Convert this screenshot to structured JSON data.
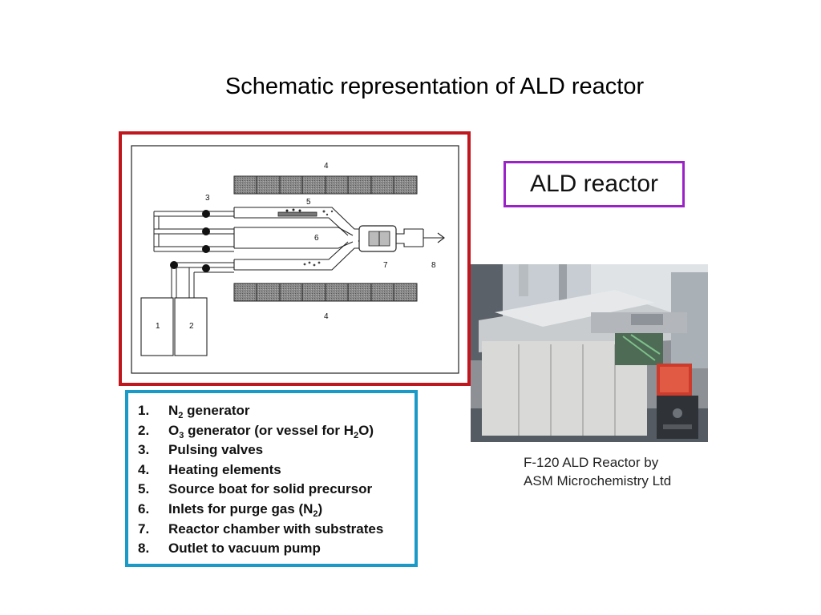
{
  "title": "Schematic representation of ALD reactor",
  "schematic": {
    "labels": {
      "heater_top": "4",
      "valves": "3",
      "boat": "5",
      "purge": "6",
      "chamber": "7",
      "outlet": "8",
      "heater_bottom": "4",
      "gen1": "1",
      "gen2": "2"
    }
  },
  "reactor_label": "ALD reactor",
  "photo_caption": {
    "line1": "F-120  ALD Reactor by",
    "line2": "ASM Microchemistry Ltd"
  },
  "legend": [
    {
      "num": "1.",
      "parts": [
        {
          "t": "N"
        },
        {
          "s": "2"
        },
        {
          "t": " generator"
        }
      ]
    },
    {
      "num": "2.",
      "parts": [
        {
          "t": "O"
        },
        {
          "s": "3"
        },
        {
          "t": " generator (or vessel for H"
        },
        {
          "s": "2"
        },
        {
          "t": "O)"
        }
      ]
    },
    {
      "num": "3.",
      "parts": [
        {
          "t": "Pulsing valves"
        }
      ]
    },
    {
      "num": "4.",
      "parts": [
        {
          "t": "Heating elements"
        }
      ]
    },
    {
      "num": "5.",
      "parts": [
        {
          "t": "Source boat for solid precursor"
        }
      ]
    },
    {
      "num": "6.",
      "parts": [
        {
          "t": "Inlets for purge gas (N"
        },
        {
          "s": "2"
        },
        {
          "t": ")"
        }
      ]
    },
    {
      "num": "7.",
      "parts": [
        {
          "t": "Reactor chamber with substrates"
        }
      ]
    },
    {
      "num": "8.",
      "parts": [
        {
          "t": "Outlet to vacuum pump"
        }
      ]
    }
  ],
  "colors": {
    "schematic_border": "#c0161e",
    "reactor_label_border": "#9b22c7",
    "legend_border": "#1a9ac7"
  }
}
